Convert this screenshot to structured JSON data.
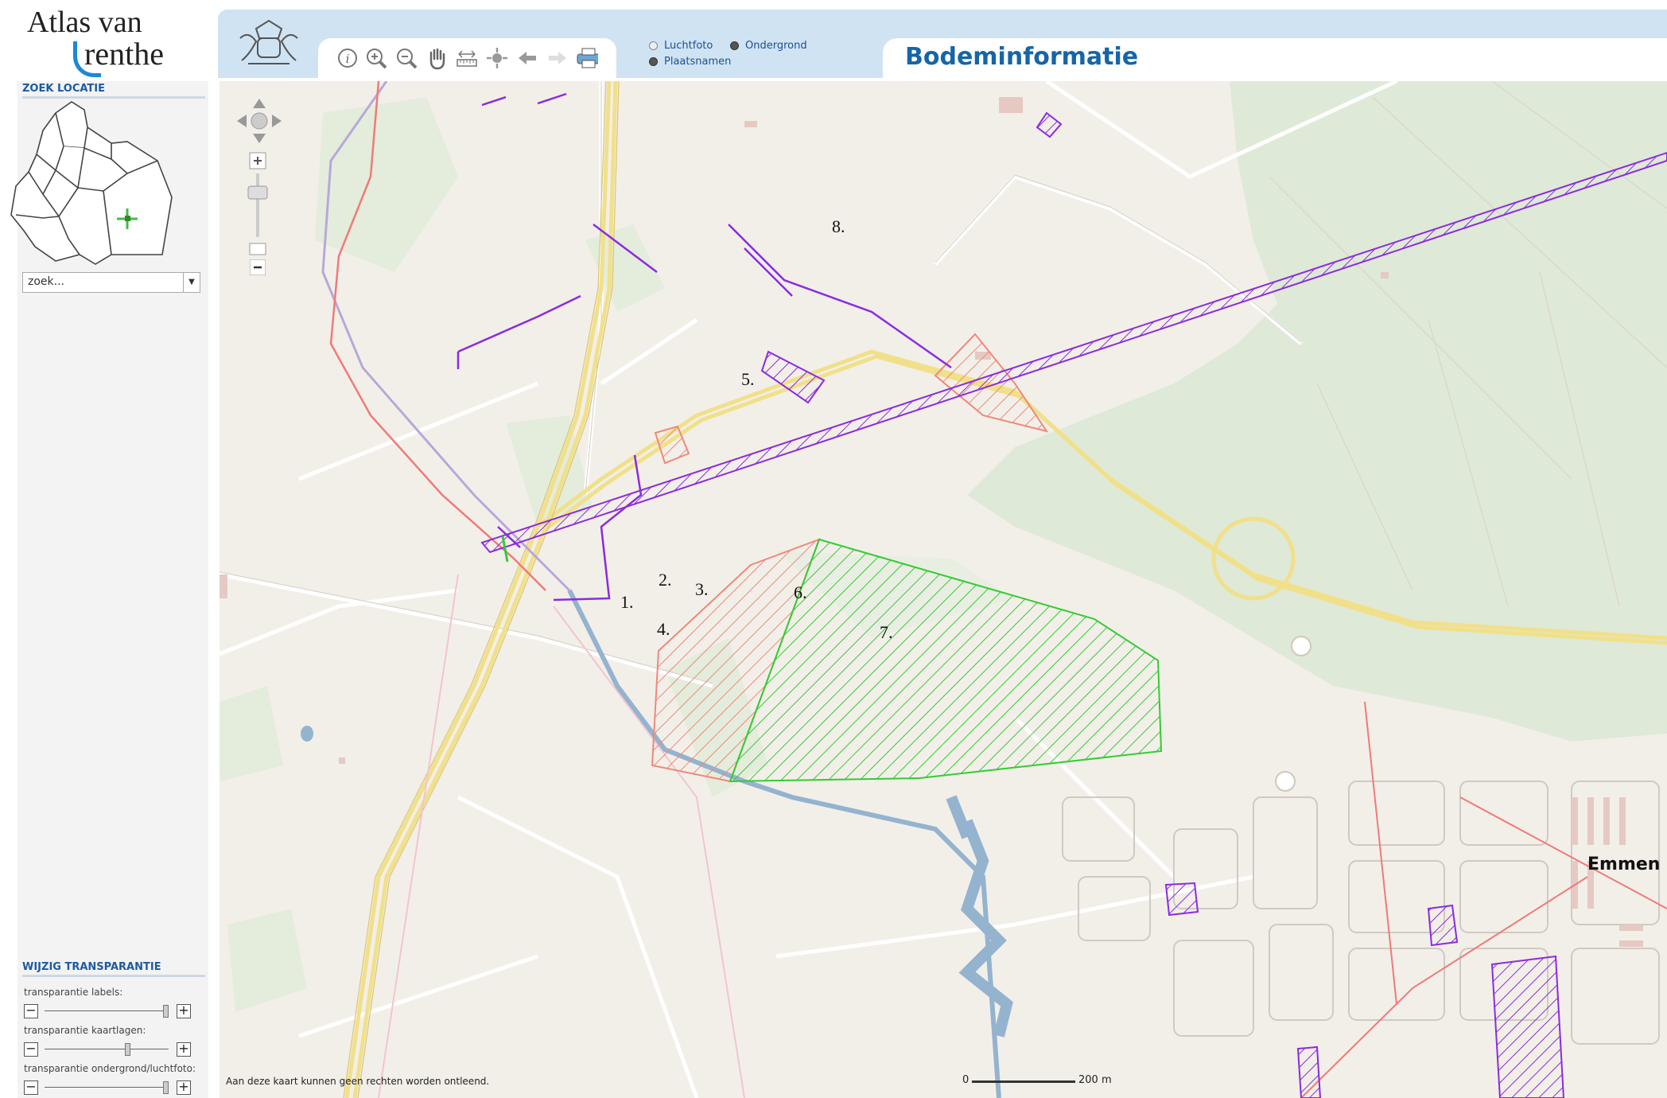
{
  "logo": {
    "line1": "Atlas van",
    "line2": "renthe"
  },
  "header": {
    "title": "Bodeminformatie"
  },
  "layers": [
    {
      "label": "Luchtfoto",
      "selected": false
    },
    {
      "label": "Ondergrond",
      "selected": true
    },
    {
      "label": "Plaatsnamen",
      "selected": true
    }
  ],
  "toolbar": {
    "tools": [
      "info-icon",
      "zoom-in-icon",
      "zoom-out-icon",
      "pan-hand-icon",
      "measure-icon",
      "center-icon",
      "back-icon",
      "forward-icon",
      "print-icon"
    ]
  },
  "sidebar": {
    "zoek_title": "ZOEK LOCATIE",
    "search_placeholder": "zoek...",
    "transparency_title": "WIJZIG TRANSPARANTIE",
    "sliders": [
      {
        "label": "transparantie labels:",
        "value": 1.0
      },
      {
        "label": "transparantie kaartlagen:",
        "value": 0.68
      },
      {
        "label": "transparantie ondergrond/luchtfoto:",
        "value": 1.0
      }
    ]
  },
  "map": {
    "labels": [
      "1.",
      "2.",
      "3.",
      "4.",
      "5.",
      "6.",
      "7.",
      "8."
    ],
    "city": "Emmen",
    "disclaimer": "Aan deze kaart kunnen geen rechten worden ontleend.",
    "scale_start": "0",
    "scale_end": "200 m",
    "colors": {
      "purple": "#8a2be2",
      "red_hatch": "#f08878",
      "green_hatch": "#33cc33",
      "road_yellow": "#f1e08a",
      "water": "#94b3cf",
      "forest": "#dfe9d8"
    }
  }
}
